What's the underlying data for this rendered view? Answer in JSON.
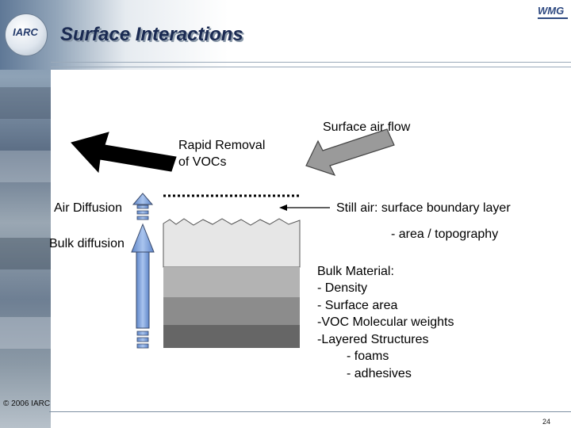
{
  "header": {
    "title": "Surface Interactions",
    "logo_left_text": "IARC",
    "logo_right_text": "WMG"
  },
  "labels": {
    "surface_air_flow": "Surface air flow",
    "rapid_removal_line1": "Rapid Removal",
    "rapid_removal_line2": "of VOCs",
    "air_diffusion": "Air Diffusion",
    "still_air": "Still air: surface boundary layer",
    "area_topography": "- area / topography",
    "bulk_diffusion": "Bulk diffusion"
  },
  "bulk_material": {
    "lines": [
      "Bulk Material:",
      "- Density",
      "- Surface area",
      "-VOC Molecular weights",
      "-Layered Structures",
      "- foams",
      "- adhesives"
    ]
  },
  "footer": {
    "copyright": "© 2006 IARC",
    "page_number": "24"
  },
  "colors": {
    "title": "#1a2a52",
    "arrow_blue": "#7ea6e0",
    "arrow_grey": "#999999",
    "arrow_black": "#000000",
    "layer_top": "#e6e6e6",
    "layer_2": "#b3b3b3",
    "layer_3": "#8c8c8c",
    "layer_4": "#666666"
  }
}
